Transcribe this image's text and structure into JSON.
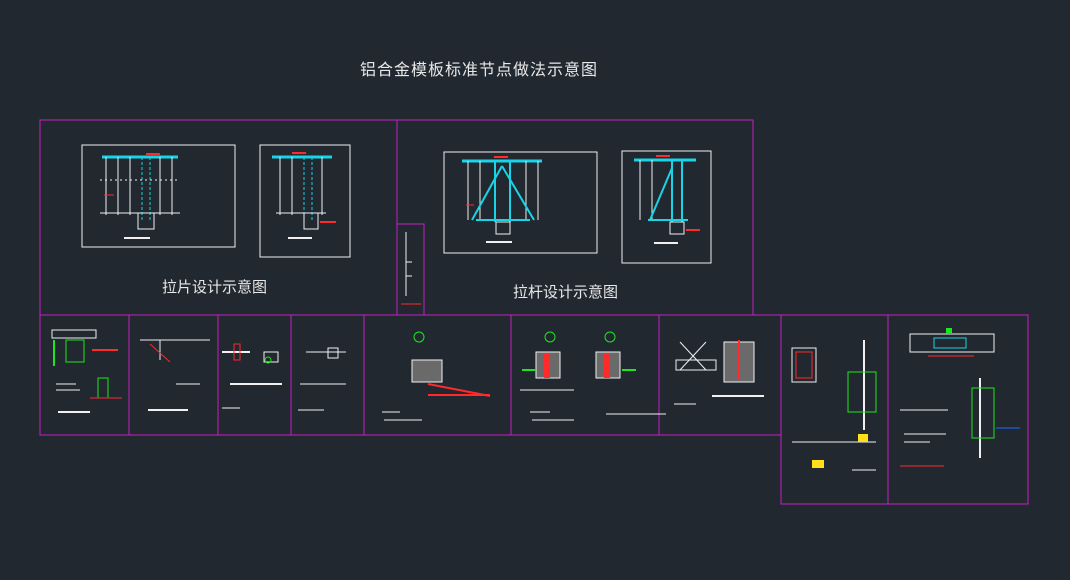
{
  "page_title": "铝合金模板标准节点做法示意图",
  "panels": {
    "la_pian": {
      "caption": "拉片设计示意图"
    },
    "la_gan": {
      "caption": "拉杆设计示意图"
    }
  },
  "colors": {
    "background": "#212830",
    "frame": "#c61ec6",
    "line": "#f0f0f0",
    "cyan": "#19d4e6",
    "red": "#ff2a2a",
    "green": "#1ee61e",
    "yellow": "#ffe01a"
  }
}
